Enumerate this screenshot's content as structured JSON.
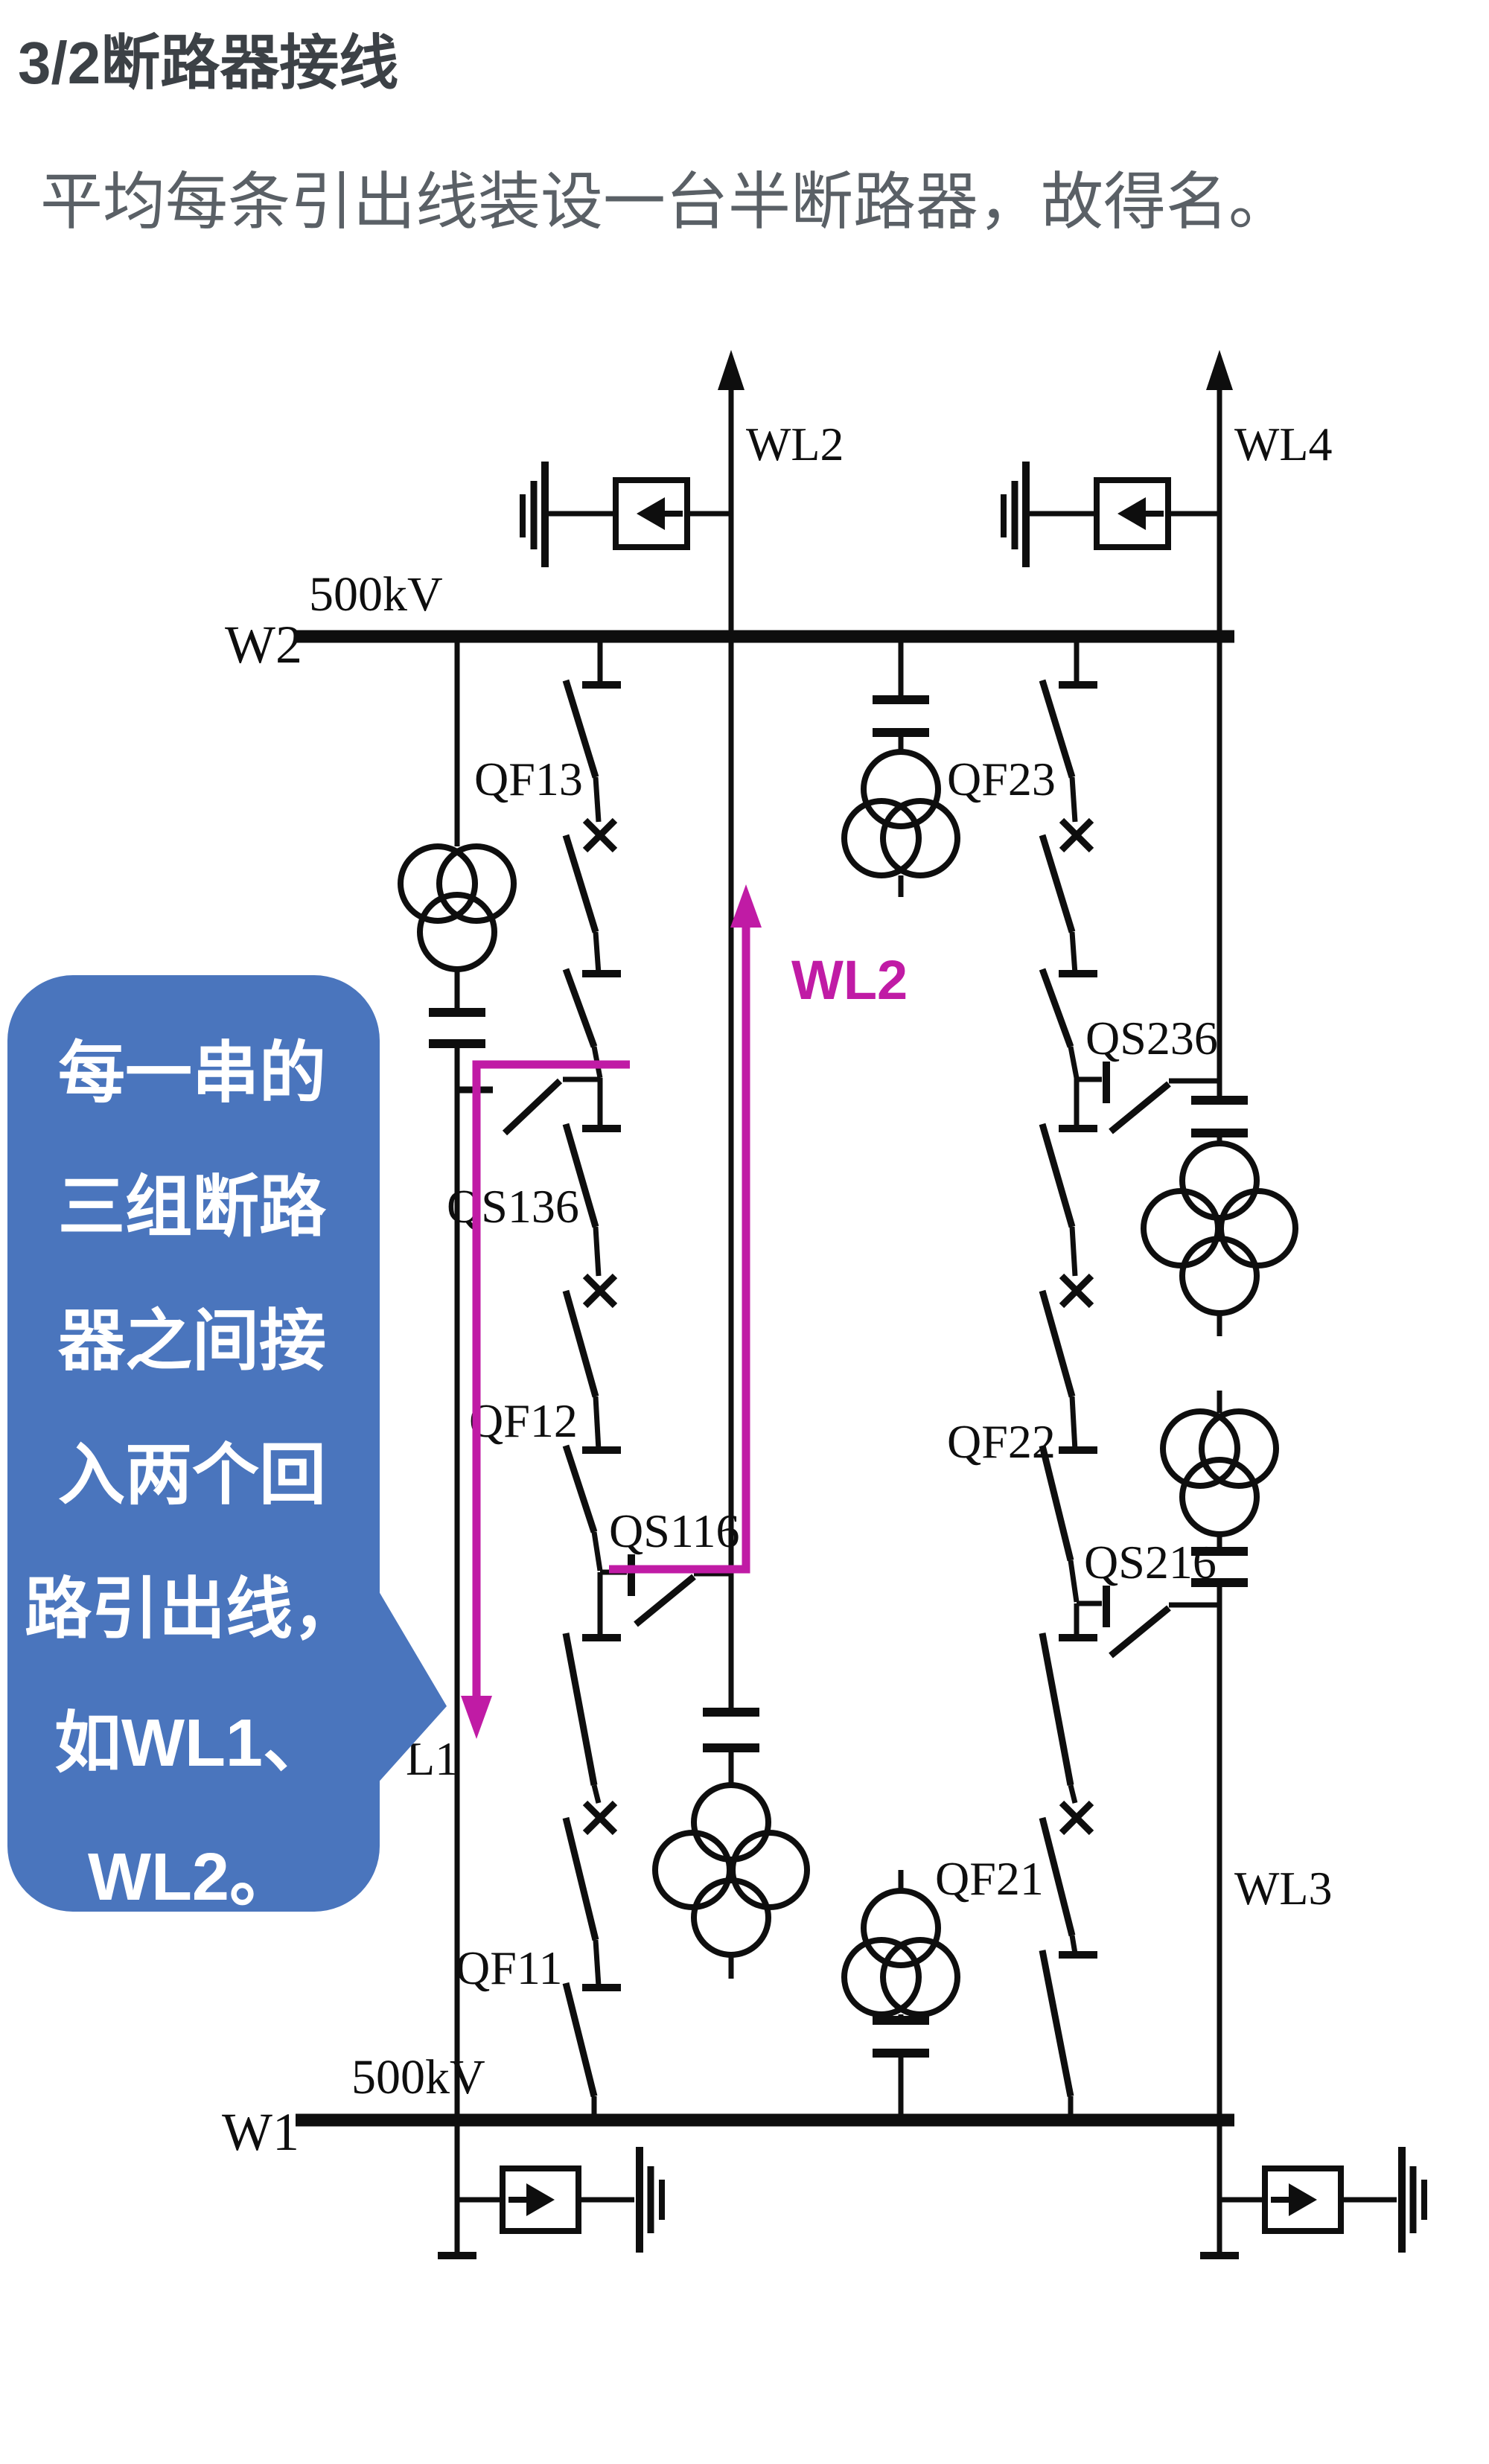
{
  "title": "3/2断路器接线",
  "subtitle": "平均每条引出线装设一台半断路器，故得名。",
  "colors": {
    "title": "#3c4146",
    "subtitle": "#5a6066",
    "ink": "#0e0e0e",
    "highlight": "#c01ba5",
    "callout_bg": "#4a75bd",
    "callout_text": "#ffffff",
    "background": "#ffffff"
  },
  "callout": {
    "lines": [
      "每一串的",
      "三组断路",
      "器之间接",
      "入两个回",
      "路引出线，",
      "如WL1、",
      "WL2。"
    ]
  },
  "buses": {
    "w2": {
      "label": "W2",
      "voltage": "500kV"
    },
    "w1": {
      "label": "W1",
      "voltage": "500kV"
    }
  },
  "feeders": {
    "wl1": "L1",
    "wl2": "WL2",
    "wl3": "WL3",
    "wl4": "WL4"
  },
  "breakers": {
    "qf11": "QF11",
    "qf12": "QF12",
    "qf13": "QF13",
    "qf21": "QF21",
    "qf22": "QF22",
    "qf23": "QF23"
  },
  "disconnectors": {
    "qs116": "QS116",
    "qs136": "QS136",
    "qs216": "QS216",
    "qs236": "QS236"
  },
  "annotation": {
    "wl2": "WL2"
  }
}
